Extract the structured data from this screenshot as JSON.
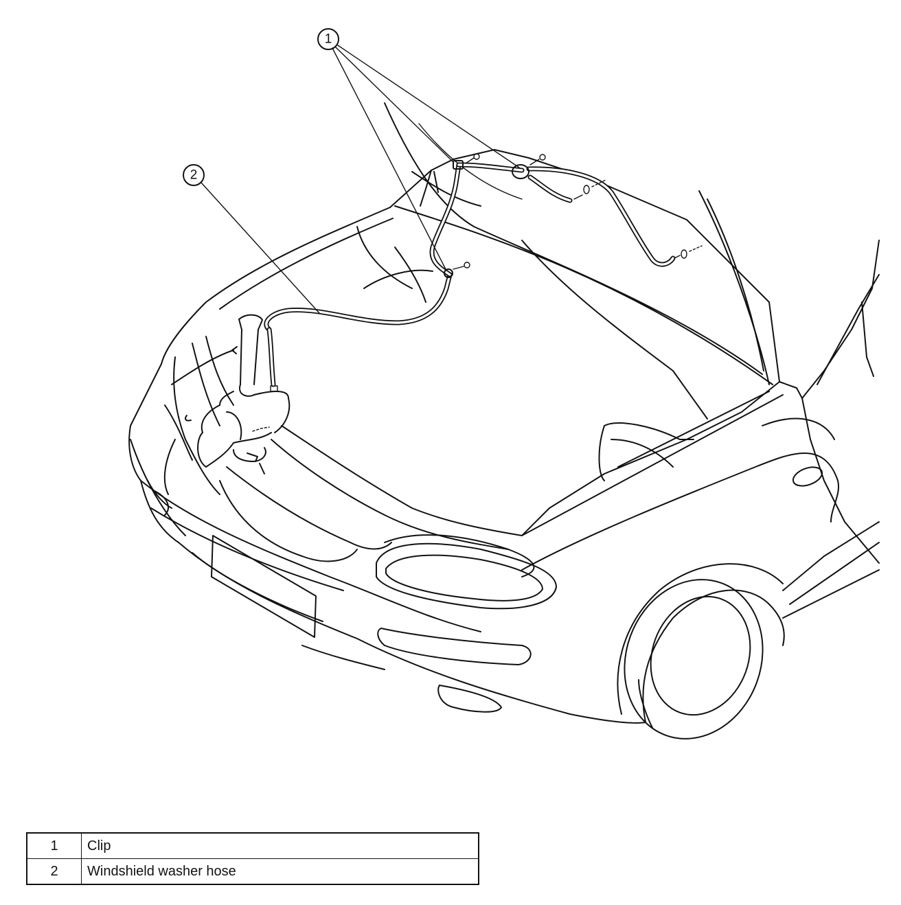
{
  "callouts": [
    {
      "id": "1"
    },
    {
      "id": "2"
    }
  ],
  "legend": {
    "rows": [
      {
        "num": "1",
        "label": "Clip"
      },
      {
        "num": "2",
        "label": "Windshield washer hose"
      }
    ]
  }
}
